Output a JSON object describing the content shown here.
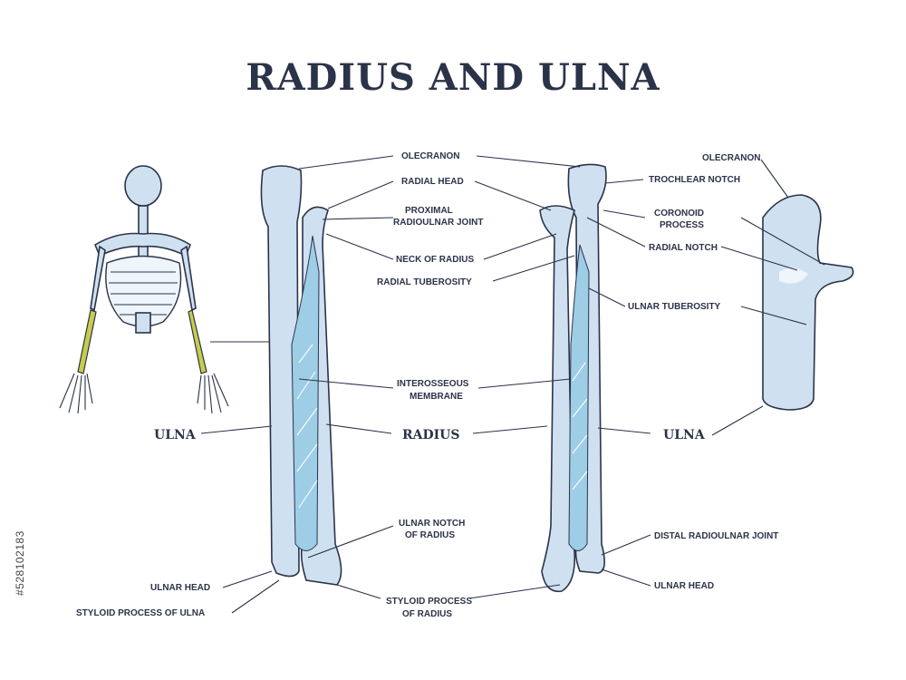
{
  "title": "RADIUS AND ULNA",
  "side_id": "#528102183",
  "labels": {
    "olecranon_mid": "OLECRANON",
    "radial_head": "RADIAL HEAD",
    "proximal_1": "PROXIMAL",
    "proximal_2": "RADIOULNAR JOINT",
    "neck_of_radius": "NECK OF RADIUS",
    "radial_tuberosity": "RADIAL TUBEROSITY",
    "interosseous_1": "INTEROSSEOUS",
    "interosseous_2": "MEMBRANE",
    "ulnar_notch_1": "ULNAR NOTCH",
    "ulnar_notch_2": "OF RADIUS",
    "styloid_radius_1": "STYLOID PROCESS",
    "styloid_radius_2": "OF RADIUS",
    "ulnar_head_left": "ULNAR HEAD",
    "styloid_ulna": "STYLOID PROCESS OF ULNA",
    "olecranon_right": "OLECRANON",
    "trochlear_notch": "TROCHLEAR NOTCH",
    "coronoid_1": "CORONOID",
    "coronoid_2": "PROCESS",
    "radial_notch": "RADIAL NOTCH",
    "ulnar_tuberosity": "ULNAR TUBEROSITY",
    "distal_joint": "DISTAL RADIOULNAR JOINT",
    "ulnar_head_right": "ULNAR HEAD",
    "ulna_left": "ULNA",
    "radius": "RADIUS",
    "ulna_right": "ULNA"
  },
  "colors": {
    "ink": "#2b3349",
    "bone": "#cfe0f0",
    "membrane": "#9ecde6",
    "highlight": "#c9cc4a"
  }
}
